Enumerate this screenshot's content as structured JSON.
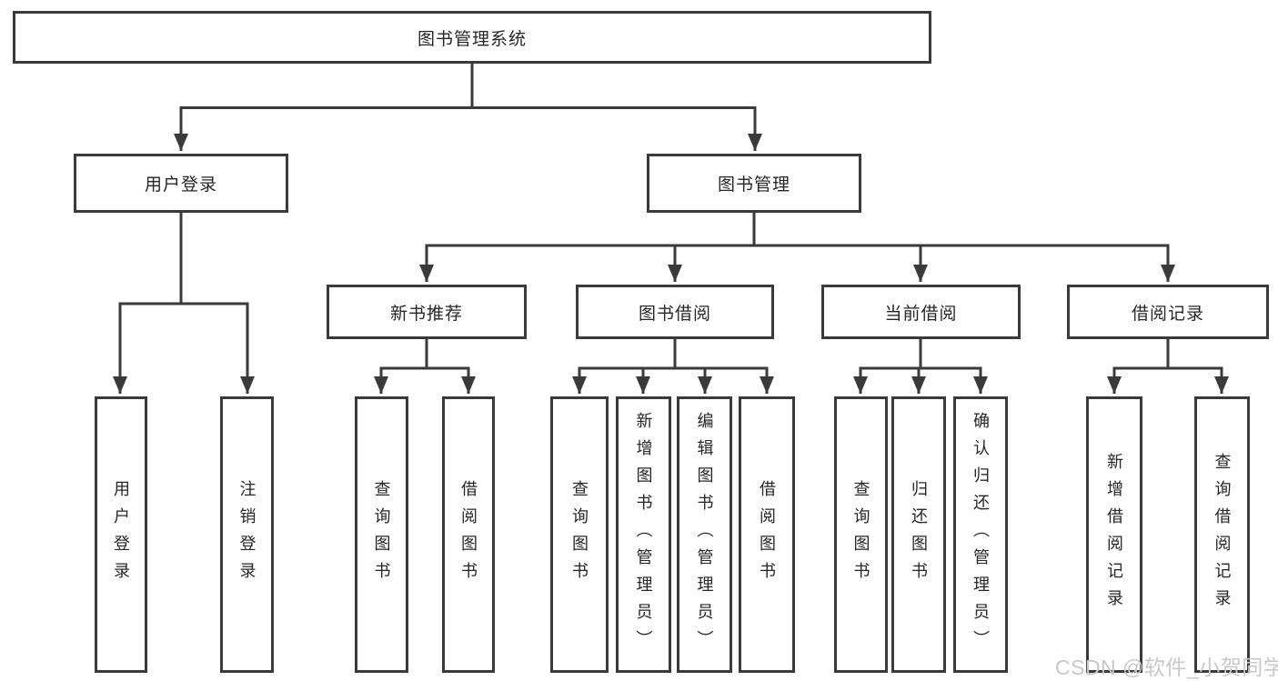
{
  "colors": {
    "line": "#3a3a3a",
    "text": "#262626",
    "box_background": "#ffffff",
    "watermark": "#c8c8c8"
  },
  "watermark": {
    "text": "CSDN @软件_小贺同学"
  },
  "tree": {
    "root": {
      "label": "图书管理系统"
    },
    "level2": [
      {
        "label": "用户登录"
      },
      {
        "label": "图书管理"
      }
    ],
    "level3": [
      {
        "label": "新书推荐"
      },
      {
        "label": "图书借阅"
      },
      {
        "label": "当前借阅"
      },
      {
        "label": "借阅记录"
      }
    ],
    "leaves": {
      "user_login": [
        {
          "label": "用户登录"
        },
        {
          "label": "注销登录"
        }
      ],
      "new_book": [
        {
          "label": "查询图书"
        },
        {
          "label": "借阅图书"
        }
      ],
      "book_borrow": [
        {
          "label": "查询图书"
        },
        {
          "label": "新增图书（管理员）"
        },
        {
          "label": "编辑图书（管理员）"
        },
        {
          "label": "借阅图书"
        }
      ],
      "current_borrow": [
        {
          "label": "查询图书"
        },
        {
          "label": "归还图书"
        },
        {
          "label": "确认归还（管理员）"
        }
      ],
      "borrow_record": [
        {
          "label": "新增借阅记录"
        },
        {
          "label": "查询借阅记录"
        }
      ]
    }
  }
}
